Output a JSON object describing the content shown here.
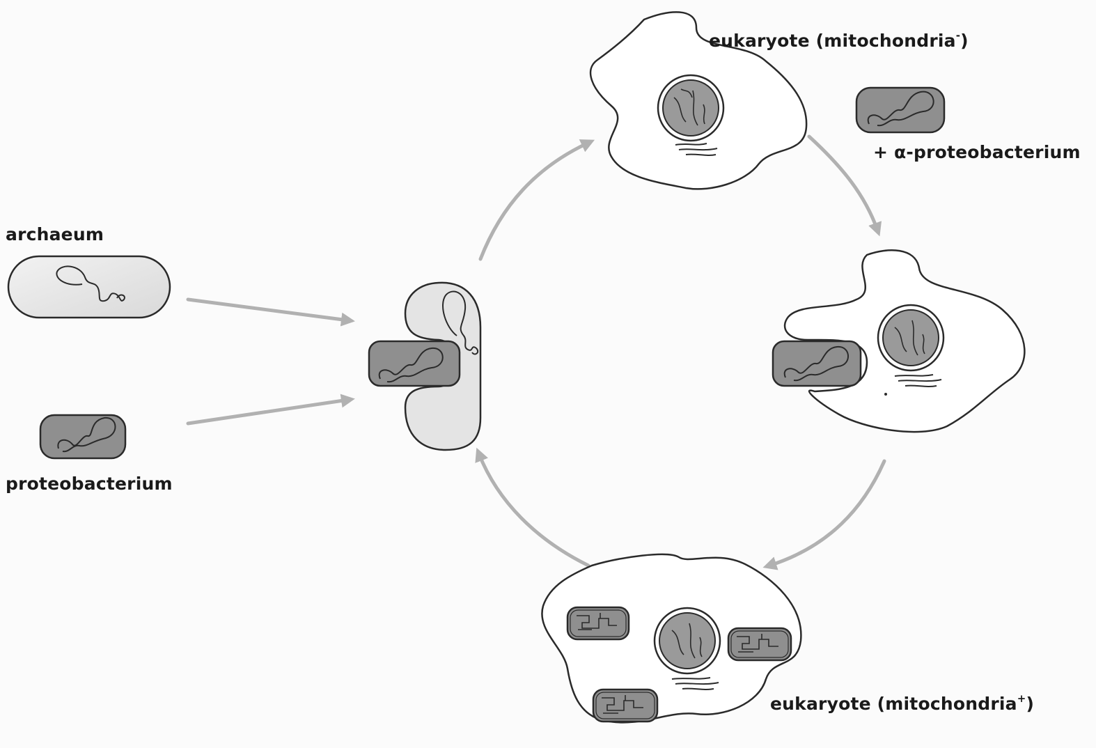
{
  "labels": {
    "archaeum": "archaeum",
    "proteobacterium": "proteobacterium",
    "euk_minus_text": "eukaryote (mitochondria",
    "euk_minus_sup": "-",
    "euk_minus_close": ")",
    "alpha_proteobacterium": "+ α-proteobacterium",
    "euk_plus_text": "eukaryote (mitochondria",
    "euk_plus_sup": "+",
    "euk_plus_close": ")"
  },
  "colors": {
    "background": "#fbfbfb",
    "archaeum_fill": "#e6e6e6",
    "bacterium_fill": "#8f8f8f",
    "nucleus_fill": "#9a9a9a",
    "cell_fill": "#ffffff",
    "outline": "#2a2a2a",
    "arrow": "#b1b1b1"
  }
}
